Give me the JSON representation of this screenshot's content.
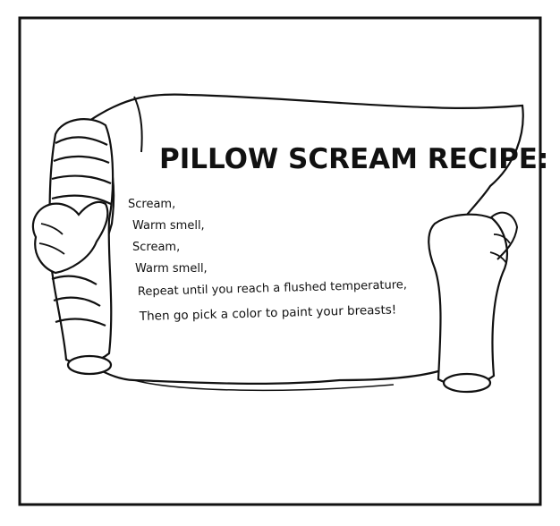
{
  "illustration": {
    "title": "PILLOW SCREAM RECIPE:",
    "lines": [
      "Scream,",
      "Warm smell,",
      "Scream,",
      "Warm smell,",
      "Repeat until you reach a flushed temperature,",
      "Then go pick a color to paint your breasts!"
    ]
  },
  "colors": {
    "ink": "#111111",
    "paper": "#ffffff"
  }
}
